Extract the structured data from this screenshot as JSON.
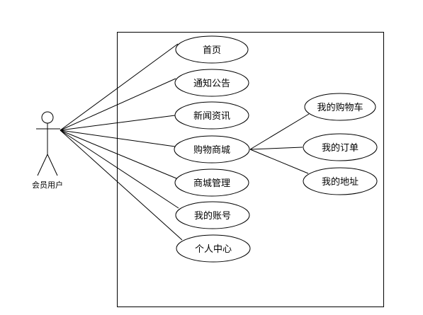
{
  "diagram": {
    "actor": {
      "label": "会员用户"
    },
    "use_cases": [
      {
        "id": "home",
        "label": "首页"
      },
      {
        "id": "notice",
        "label": "通知公告"
      },
      {
        "id": "news",
        "label": "新闻资讯"
      },
      {
        "id": "shop",
        "label": "购物商城"
      },
      {
        "id": "shop_manage",
        "label": "商城管理"
      },
      {
        "id": "account",
        "label": "我的账号"
      },
      {
        "id": "personal_center",
        "label": "个人中心"
      }
    ],
    "sub_use_cases": [
      {
        "id": "cart",
        "label": "我的购物车"
      },
      {
        "id": "orders",
        "label": "我的订单"
      },
      {
        "id": "address",
        "label": "我的地址"
      }
    ]
  }
}
